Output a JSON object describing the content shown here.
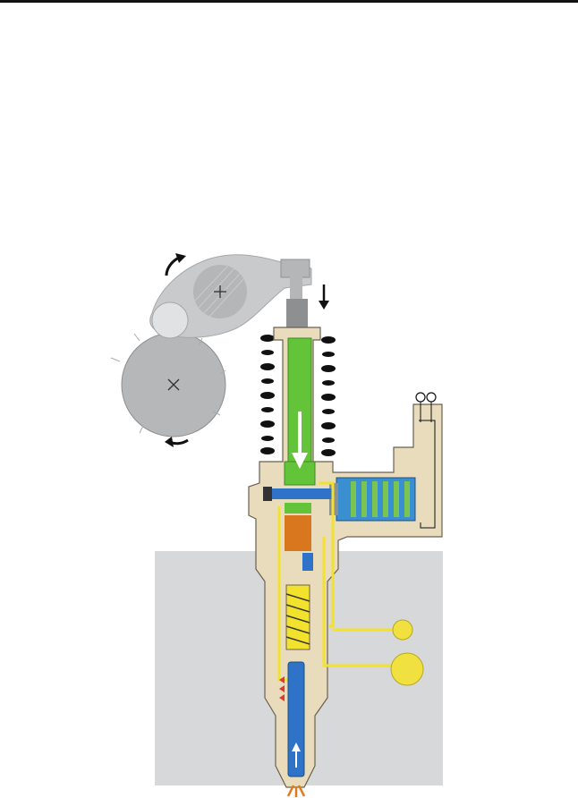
{
  "diagram": {
    "colors": {
      "engine_block": "#d6d8da",
      "housing": "#e8dcbc",
      "housing_outline": "#6b6050",
      "fuel_line": "#f2e22e",
      "pump_plunger": "#63c43a",
      "solenoid": "#3a8fd0",
      "solenoid_coil": "#7ac452",
      "needle": "#2f73c9",
      "valve_block": "#d9771f",
      "spring": "#f2e22e",
      "cam": "#b6b7b9",
      "rocker": "#c9cacc",
      "port": "#f0e040",
      "spray": "#e07a1e",
      "red_marks": "#e03a2a"
    },
    "parts": [
      "engine-block",
      "camshaft",
      "rocker-arm",
      "return-spring",
      "pump-plunger",
      "solenoid-valve",
      "high-pressure-chamber",
      "nozzle-spring",
      "nozzle-needle",
      "fuel-supply-port",
      "fuel-return-port",
      "electrical-connector"
    ],
    "arrows": [
      "rocker-rotation",
      "cam-rotation",
      "plunger-down-stroke",
      "fuel-flow-up"
    ]
  }
}
